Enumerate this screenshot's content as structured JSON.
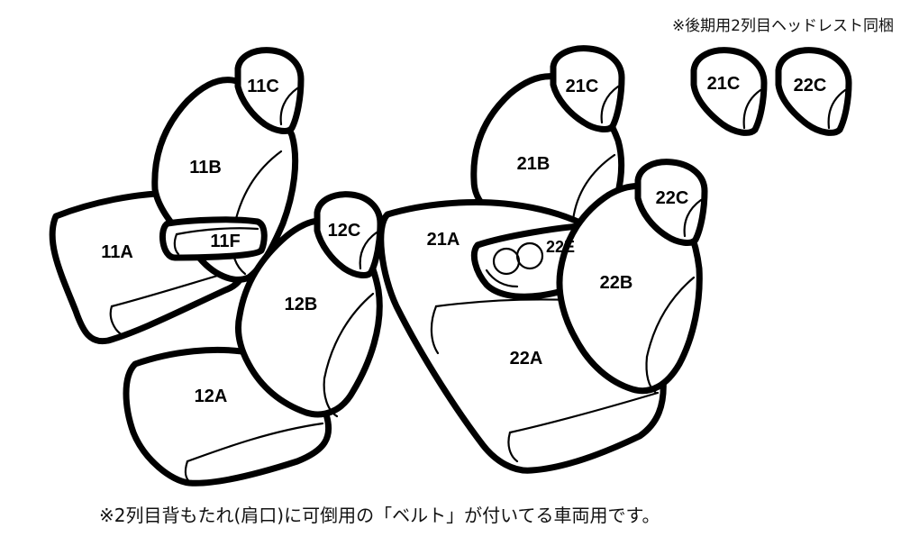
{
  "notes": {
    "top": "※後期用2列目ヘッドレスト同梱",
    "bottom": "※2列目背もたれ(肩口)に可倒用の「ベルト」が付いてる車両用です。"
  },
  "parts": {
    "p11A": "11A",
    "p11B": "11B",
    "p11C": "11C",
    "p11F": "11F",
    "p12A": "12A",
    "p12B": "12B",
    "p12C": "12C",
    "p21A": "21A",
    "p21B": "21B",
    "p21C": "21C",
    "p22A": "22A",
    "p22B": "22B",
    "p22C": "22C",
    "p22E": "22E",
    "p21C_extra": "21C",
    "p22C_extra": "22C"
  },
  "colors": {
    "line": "#000000",
    "fill": "#ffffff"
  }
}
